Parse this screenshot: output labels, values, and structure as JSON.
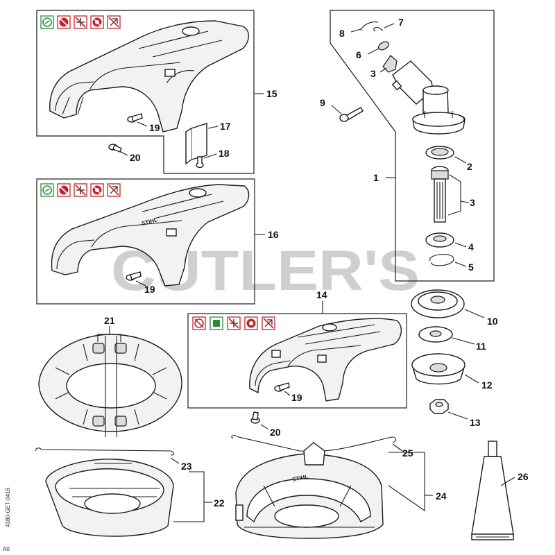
{
  "watermark": "CUTLER'S",
  "side_code": "4180-GET-0416",
  "side_code_2": "A0",
  "brand": "STIHL",
  "icons": {
    "set_a": [
      "green-circle-icon",
      "red-prohibited-icon",
      "red-prohibited-icon",
      "red-prohibited-icon",
      "red-prohibited-icon"
    ],
    "set_b": [
      "red-prohibited-icon",
      "green-square-icon",
      "red-prohibited-icon",
      "red-prohibited-icon",
      "red-prohibited-icon"
    ],
    "green": "#2a8a3a",
    "red": "#c0262d"
  },
  "callouts": {
    "c1": "1",
    "c2": "2",
    "c3a": "3",
    "c3b": "3",
    "c4": "4",
    "c5": "5",
    "c6": "6",
    "c7": "7",
    "c8": "8",
    "c9": "9",
    "c10": "10",
    "c11": "11",
    "c12": "12",
    "c13": "13",
    "c14": "14",
    "c15": "15",
    "c16": "16",
    "c17": "17",
    "c18": "18",
    "c19a": "19",
    "c19b": "19",
    "c19c": "19",
    "c20a": "20",
    "c20b": "20",
    "c21": "21",
    "c22": "22",
    "c23": "23",
    "c24": "24",
    "c25": "25",
    "c26": "26"
  }
}
